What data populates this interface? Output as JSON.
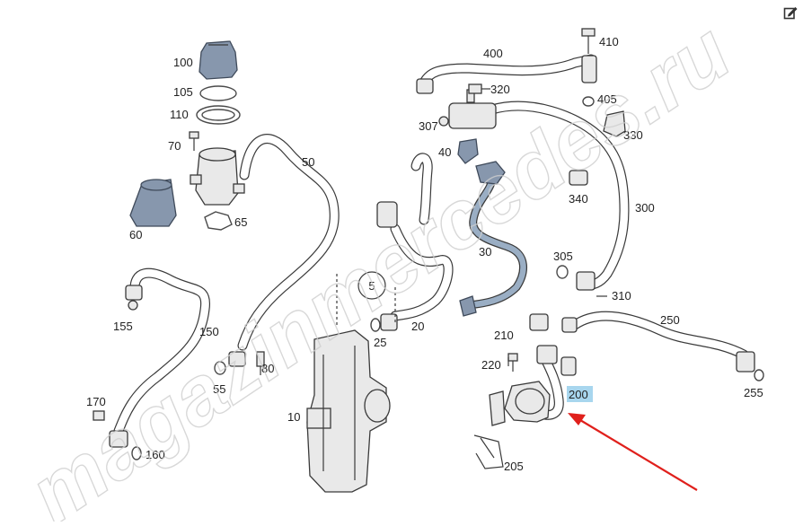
{
  "watermark": "magazinmercedes.ru",
  "toolbar": {
    "edit_icon": "edit-icon"
  },
  "labels": {
    "p5": "5",
    "p10": "10",
    "p20": "20",
    "p25": "25",
    "p30": "30",
    "p40": "40",
    "p50": "50",
    "p55": "55",
    "p60": "60",
    "p65": "65",
    "p70": "70",
    "p80": "80",
    "p100": "100",
    "p105": "105",
    "p110": "110",
    "p150": "150",
    "p155": "155",
    "p160": "160",
    "p170": "170",
    "p200": "200",
    "p205": "205",
    "p210": "210",
    "p220": "220",
    "p250": "250",
    "p255": "255",
    "p300": "300",
    "p305": "305",
    "p307": "307",
    "p310": "310",
    "p320": "320",
    "p330": "330",
    "p340": "340",
    "p400": "400",
    "p405": "405",
    "p410": "410"
  },
  "highlight": {
    "part": "200",
    "color": "#a8d6ee"
  },
  "arrow_color": "#e0201c"
}
